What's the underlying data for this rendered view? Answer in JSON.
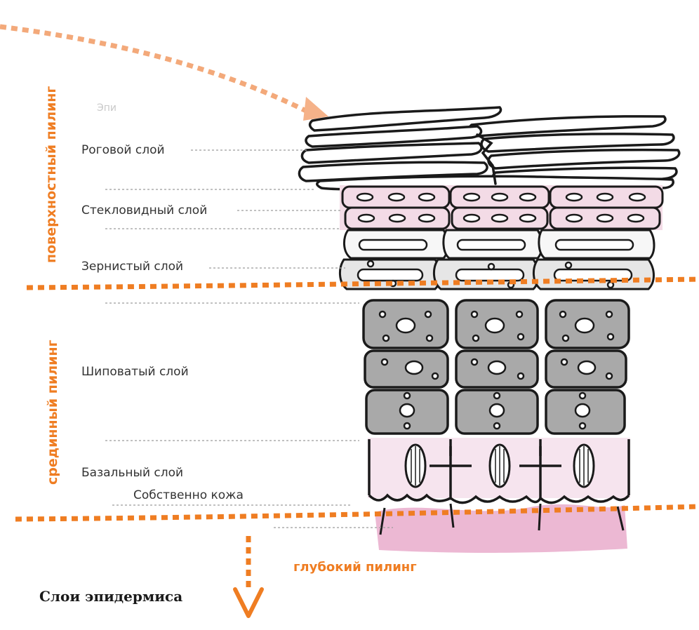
{
  "labels": {
    "horny": "Роговой слой",
    "lucid": "Стекловидный слой",
    "granular": "Зернистый слой",
    "spiny": "Шиповатый слой",
    "basal": "Базальный слой",
    "dermis": "Собственно кожа",
    "faded_top": "Эпи"
  },
  "peeling": {
    "surface": "поверхностный пилинг",
    "medium": "срединный пилинг",
    "deep": "глубокий пилинг"
  },
  "caption": "Слои эпидермиса",
  "colors": {
    "accent": "#ef7d22",
    "ink": "#1a1a1a",
    "lucid_pink": "#f3dbe6",
    "spiny_gray": "#a9a9a9",
    "dermis_pink": "#ecb8d3",
    "basal_pink": "#f6e4ee"
  }
}
